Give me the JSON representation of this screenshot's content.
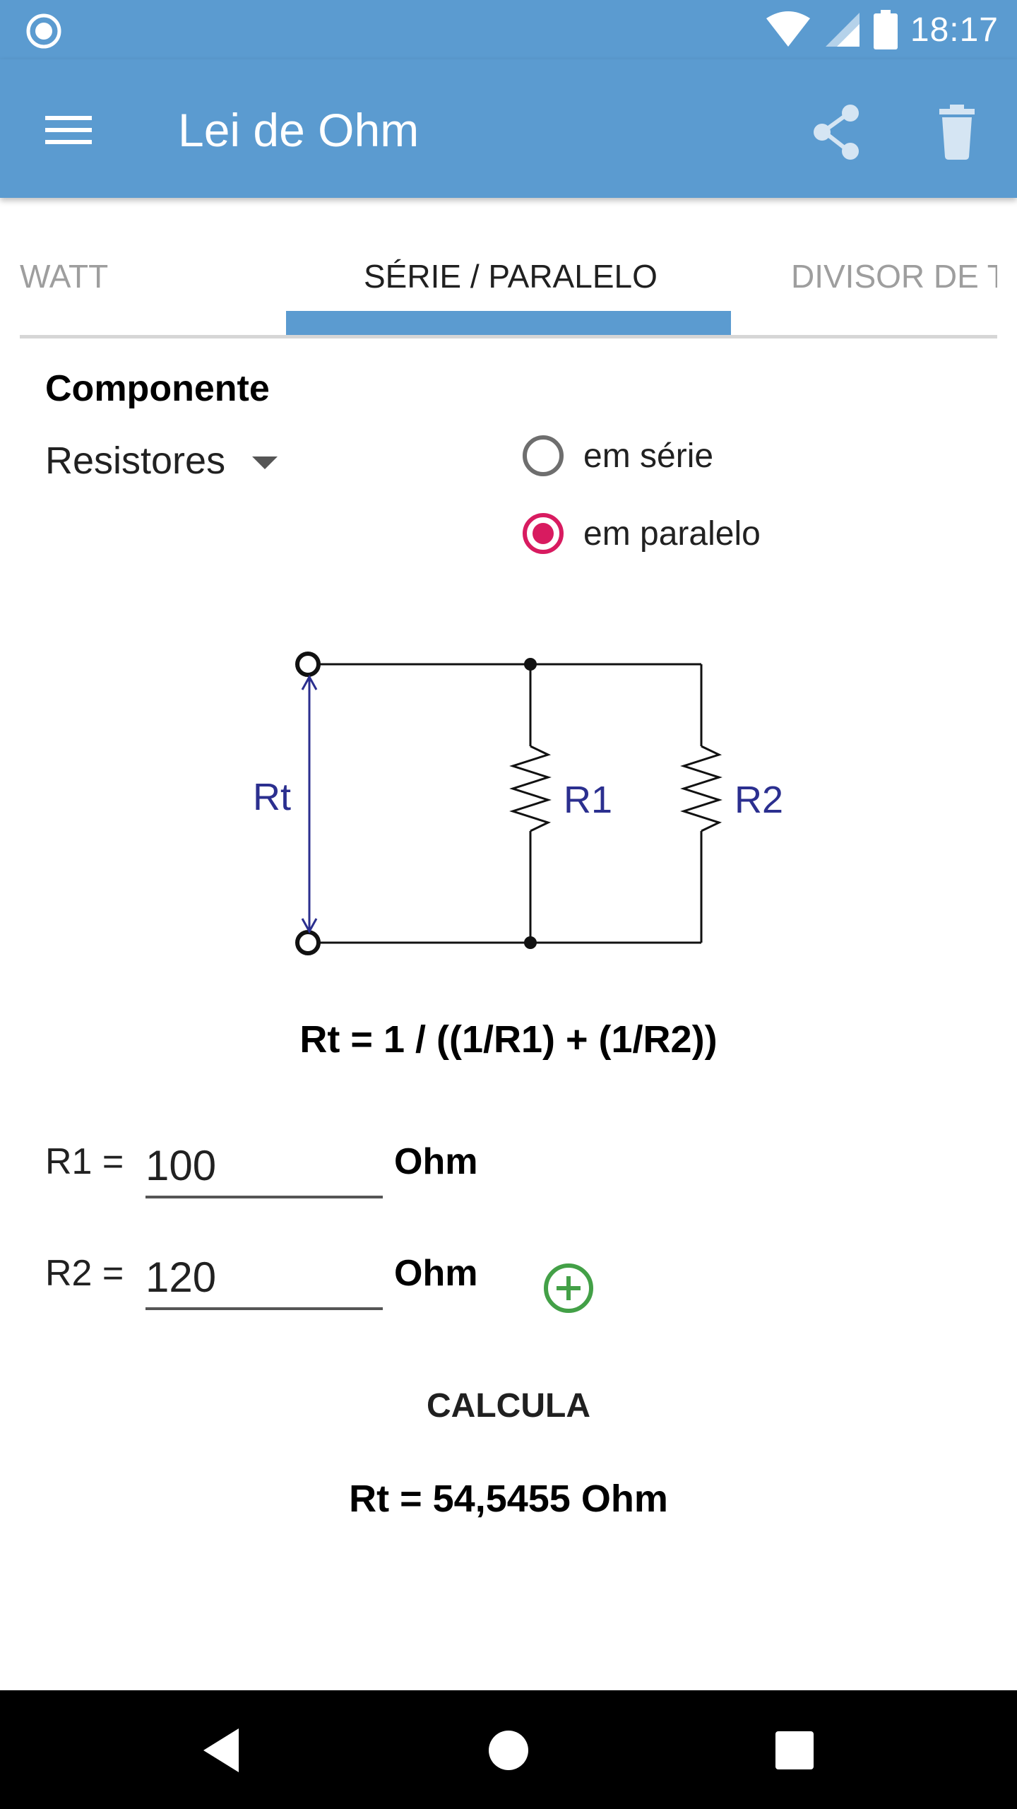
{
  "status_bar": {
    "time": "18:17",
    "icons": [
      "record-icon",
      "wifi-icon",
      "signal-icon",
      "battery-icon"
    ]
  },
  "app_bar": {
    "title": "Lei de Ohm",
    "icons": [
      "menu-icon",
      "share-icon",
      "delete-icon"
    ]
  },
  "tabs": [
    {
      "label": "WATT",
      "selected": false
    },
    {
      "label": "SÉRIE / PARALELO",
      "selected": true
    },
    {
      "label": "DIVISOR DE T",
      "selected": false
    }
  ],
  "component": {
    "title": "Componente",
    "selected": "Resistores"
  },
  "connection": {
    "options": [
      {
        "label": "em série",
        "checked": false
      },
      {
        "label": "em paralelo",
        "checked": true
      }
    ]
  },
  "circuit_labels": {
    "total": "Rt",
    "r1": "R1",
    "r2": "R2"
  },
  "formula": "Rt = 1 / ((1/R1) + (1/R2))",
  "inputs": [
    {
      "label": "R1 =",
      "value": "100",
      "unit": "Ohm"
    },
    {
      "label": "R2 =",
      "value": "120",
      "unit": "Ohm"
    }
  ],
  "calculate_label": "CALCULA",
  "result": "Rt = 54,5455 Ohm",
  "colors": {
    "primary": "#5b9bd0",
    "accent": "#d81b60",
    "add": "#43a047"
  }
}
